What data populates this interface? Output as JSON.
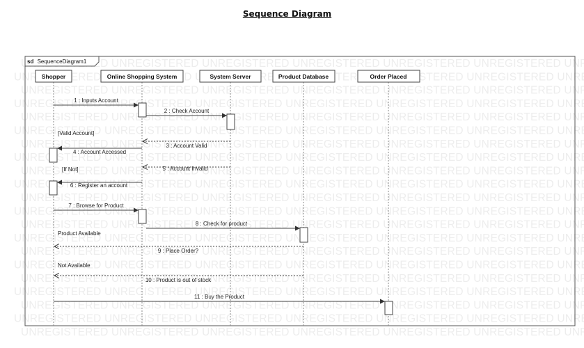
{
  "title": "Sequence Diagram",
  "frame": {
    "keyword": "sd",
    "name": "SequenceDiagram1"
  },
  "watermark": "UNREGISTERED",
  "lifelines": [
    {
      "id": "shopper",
      "name": "Shopper"
    },
    {
      "id": "oss",
      "name": "Online Shopping System"
    },
    {
      "id": "server",
      "name": "System Server"
    },
    {
      "id": "db",
      "name": "Product Database"
    },
    {
      "id": "order",
      "name": "Order Placed"
    }
  ],
  "messages": [
    {
      "label": "1 : Inputs Account",
      "from": "shopper",
      "to": "oss",
      "kind": "sync"
    },
    {
      "label": "2 : Check Account",
      "from": "oss",
      "to": "server",
      "kind": "sync"
    },
    {
      "label": "3 : Account Valid",
      "from": "server",
      "to": "oss",
      "kind": "return"
    },
    {
      "label": "4 : Account Accessed",
      "from": "oss",
      "to": "shopper",
      "kind": "sync"
    },
    {
      "label": "5 : Account Invalid",
      "from": "server",
      "to": "oss",
      "kind": "return"
    },
    {
      "label": "6 : Register an account",
      "from": "oss",
      "to": "shopper",
      "kind": "sync"
    },
    {
      "label": "7 : Browse for Product",
      "from": "shopper",
      "to": "oss",
      "kind": "sync"
    },
    {
      "label": "8 : Check for product",
      "from": "oss",
      "to": "db",
      "kind": "sync"
    },
    {
      "label": "9 : Place Order?",
      "from": "db",
      "to": "shopper",
      "kind": "return"
    },
    {
      "label": "10 : Product is out of stock",
      "from": "db",
      "to": "shopper",
      "kind": "return"
    },
    {
      "label": "11 : Buy the Product",
      "from": "shopper",
      "to": "order",
      "kind": "sync"
    }
  ],
  "notes": [
    "[Valid Account]",
    "[If Not]",
    "Product Available",
    "Not Available"
  ]
}
